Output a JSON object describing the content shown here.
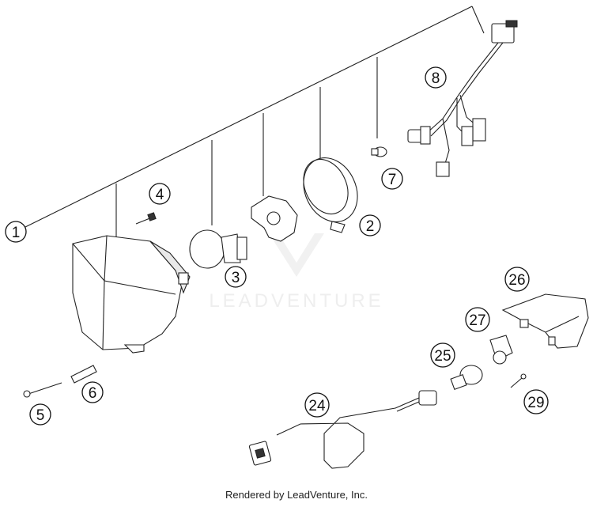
{
  "watermark": "LEADVENTURE",
  "footer": "Rendered by LeadVenture, Inc.",
  "callouts": {
    "c1": "1",
    "c2": "2",
    "c3": "3",
    "c4": "4",
    "c5": "5",
    "c6": "6",
    "c7": "7",
    "c8": "8",
    "c24": "24",
    "c25": "25",
    "c26": "26",
    "c27": "27",
    "c29": "29"
  }
}
